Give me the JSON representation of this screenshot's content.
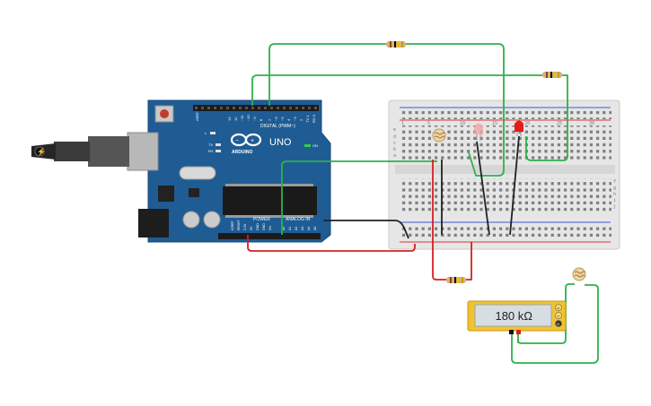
{
  "arduino": {
    "brand": "ARDUINO",
    "model": "UNO",
    "digital_label": "DIGITAL (PWM~)",
    "power_label": "POWER",
    "analog_label": "ANALOG IN",
    "on_label": "ON",
    "tx_label": "TX",
    "rx_label": "RX",
    "l_label": "L",
    "aref_label": "AREF",
    "pin_labels_top": [
      "13",
      "12",
      "~11",
      "~10",
      "~9",
      "8",
      "7",
      "~6",
      "~5",
      "4",
      "~3",
      "2",
      "TX 1",
      "RX 0"
    ],
    "pin_labels_power": [
      "IOREF",
      "RESET",
      "3.3V",
      "5V",
      "GND",
      "GND",
      "Vin"
    ],
    "pin_labels_analog": [
      "A0",
      "A1",
      "A2",
      "A3",
      "A4",
      "A5"
    ]
  },
  "multimeter": {
    "reading": "180 kΩ",
    "terminals": [
      "A",
      "V",
      "Ω"
    ]
  },
  "breadboard": {
    "column_numbers": [
      "1",
      "5",
      "10",
      "15",
      "20",
      "25",
      "30"
    ],
    "row_letters_top": [
      "a",
      "b",
      "c",
      "d",
      "e"
    ],
    "row_letters_bottom": [
      "f",
      "g",
      "h",
      "i",
      "j"
    ]
  },
  "colors": {
    "board": "#1f5c94",
    "wire_green": "#2fb14a",
    "wire_red": "#d62020",
    "wire_black": "#222222",
    "led_red": "#e31b1b",
    "meter_body": "#f2c230"
  }
}
